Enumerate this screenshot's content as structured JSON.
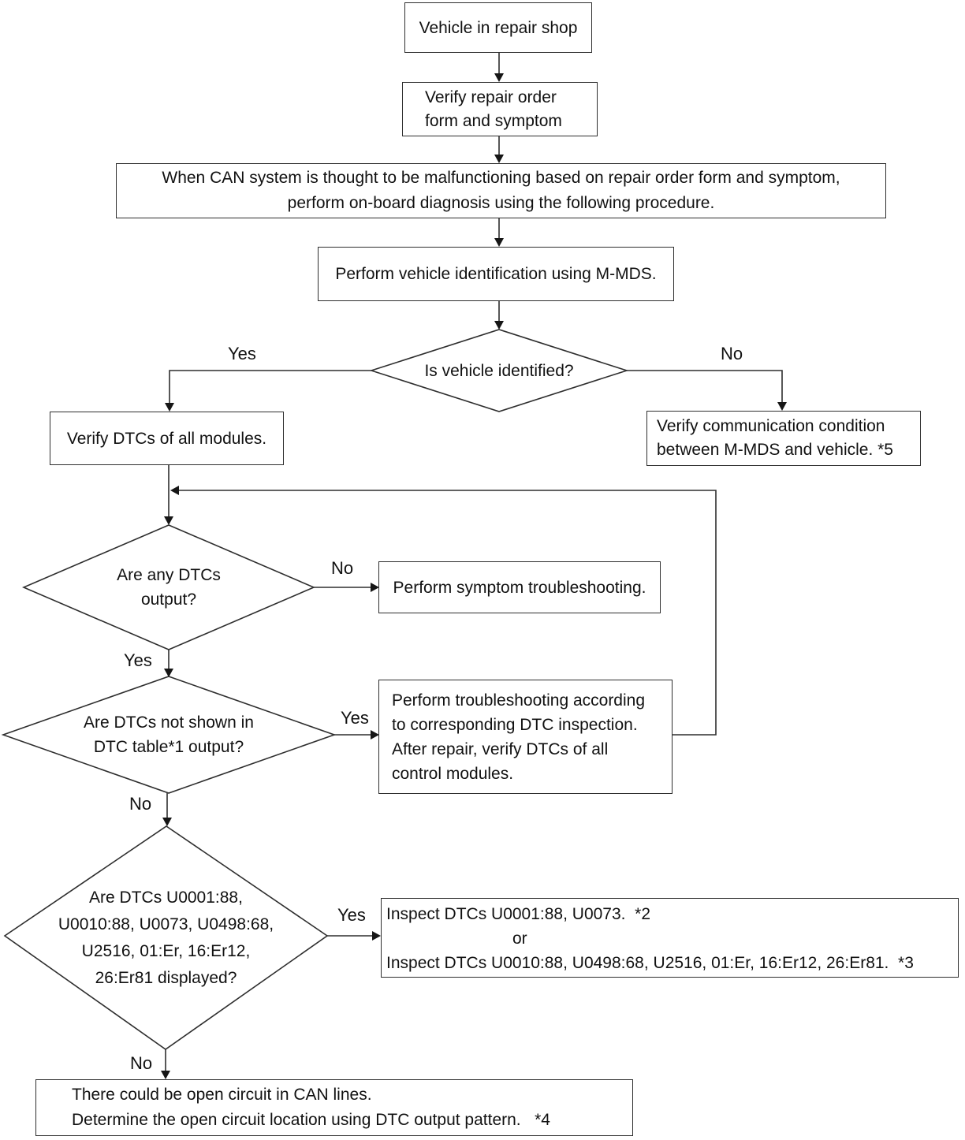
{
  "colors": {
    "ink": "#2e2e2e",
    "background": "#ffffff"
  },
  "nodes": {
    "repair_shop": {
      "text": "Vehicle in repair shop"
    },
    "verify_order": {
      "line1": "Verify repair order",
      "line2": "form and symptom"
    },
    "can_note": {
      "line1": "When CAN system is thought to be malfunctioning based on repair order form and symptom,",
      "line2": "perform on-board diagnosis using the following procedure."
    },
    "vehicle_id": {
      "text": "Perform vehicle identification using M-MDS."
    },
    "is_identified": {
      "text": "Is vehicle identified?"
    },
    "verify_dtcs": {
      "text": "Verify DTCs of all modules."
    },
    "verify_comm": {
      "line1": "Verify communication condition",
      "line2": "between M-MDS and vehicle. *5"
    },
    "any_dtcs": {
      "line1": "Are any DTCs",
      "line2": "output?"
    },
    "symptom": {
      "text": "Perform symptom troubleshooting."
    },
    "not_in_table": {
      "line1": "Are DTCs not shown in",
      "line2": "DTC table*1 output?"
    },
    "dtc_inspection": {
      "line1": "Perform troubleshooting according",
      "line2": "to corresponding DTC inspection.",
      "line3": "After repair, verify DTCs of all",
      "line4": "control modules."
    },
    "dtcs_displayed": {
      "line1": "Are DTCs U0001:88,",
      "line2": "U0010:88, U0073, U0498:68,",
      "line3": "U2516, 01:Er, 16:Er12,",
      "line4": "26:Er81 displayed?"
    },
    "inspect_dtcs": {
      "line1": "Inspect DTCs U0001:88, U0073.  *2",
      "line2": "or",
      "line3": "Inspect DTCs U0010:88, U0498:68, U2516, 01:Er, 16:Er12, 26:Er81.  *3"
    },
    "open_circuit": {
      "line1": "There could be open circuit in CAN lines.",
      "line2": "Determine the open circuit location using DTC output pattern.   *4"
    }
  },
  "labels": {
    "identified_yes": "Yes",
    "identified_no": "No",
    "any_dtcs_no": "No",
    "any_dtcs_yes": "Yes",
    "not_in_table_yes": "Yes",
    "not_in_table_no": "No",
    "displayed_yes": "Yes",
    "displayed_no": "No"
  }
}
